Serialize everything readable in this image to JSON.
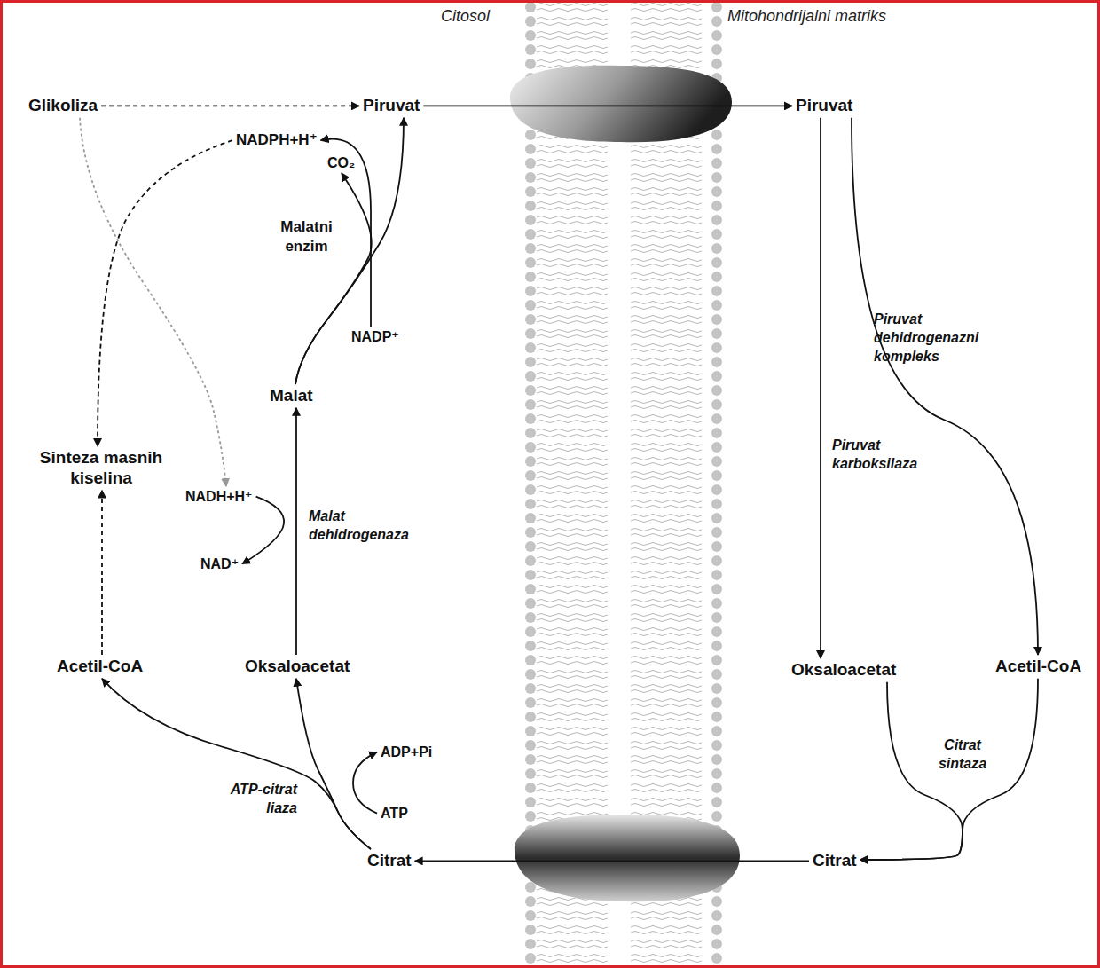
{
  "diagram": {
    "nodes": [
      {
        "text": [
          "Glikoliza"
        ]
      },
      {
        "text": [
          "Piruvat"
        ]
      },
      {
        "text": [
          "Piruvat"
        ]
      },
      {
        "text": [
          "NADPH+H⁺"
        ]
      },
      {
        "text": [
          "CO₂"
        ]
      },
      {
        "text": [
          "NADP⁺"
        ]
      },
      {
        "text": [
          "Malat"
        ]
      },
      {
        "text": [
          "Sinteza masnih kiselina"
        ]
      },
      {
        "text": [
          "NADH+H⁺"
        ]
      },
      {
        "text": [
          "NAD⁺"
        ]
      },
      {
        "text": [
          "Acetil-CoA"
        ]
      },
      {
        "text": [
          "Oksaloacetat"
        ]
      },
      {
        "text": [
          "ADP+Pi"
        ]
      },
      {
        "text": [
          "ATP"
        ]
      },
      {
        "text": [
          "Citrat"
        ]
      },
      {
        "text": [
          "Oksaloacetat"
        ]
      },
      {
        "text": [
          "Acetil-CoA"
        ]
      },
      {
        "text": [
          "Citrat"
        ]
      }
    ],
    "edges": [
      {
        "from": 0,
        "to": 1,
        "arrow": "to"
      },
      {
        "from": 1,
        "to": 2,
        "arrow": "to"
      },
      {
        "from": 2,
        "to": 15,
        "label": "Piruvat karboksilaza",
        "arrow": "to"
      },
      {
        "from": 2,
        "to": 16,
        "label": "Piruvat dehidrogenazni kompleks",
        "arrow": "to"
      },
      {
        "from": 15,
        "to": 17,
        "label": "Citrat sintaza",
        "arrow": "to"
      },
      {
        "from": 16,
        "to": 17,
        "arrow": "to"
      },
      {
        "from": 17,
        "to": 14,
        "arrow": "to"
      },
      {
        "from": 14,
        "to": 10,
        "label": "ATP-citrat liaza",
        "arrow": "to"
      },
      {
        "from": 14,
        "to": 11,
        "arrow": "to"
      },
      {
        "from": 13,
        "to": 12,
        "arrow": "to"
      },
      {
        "from": 11,
        "to": 6,
        "label": "Malat dehidrogenaza",
        "arrow": "to"
      },
      {
        "from": 8,
        "to": 9,
        "arrow": "to"
      },
      {
        "from": 6,
        "to": 1,
        "label": "Malatni enzim",
        "arrow": "to"
      },
      {
        "from": 6,
        "to": 4,
        "arrow": "to"
      },
      {
        "from": 5,
        "to": 3,
        "arrow": "to"
      },
      {
        "from": 3,
        "to": 7,
        "arrow": "to"
      },
      {
        "from": 10,
        "to": 7,
        "arrow": "to"
      },
      {
        "from": 0,
        "to": 8,
        "arrow": "to"
      }
    ],
    "labels": [
      "Citosol",
      "Mitohondrijalni matriks"
    ]
  }
}
